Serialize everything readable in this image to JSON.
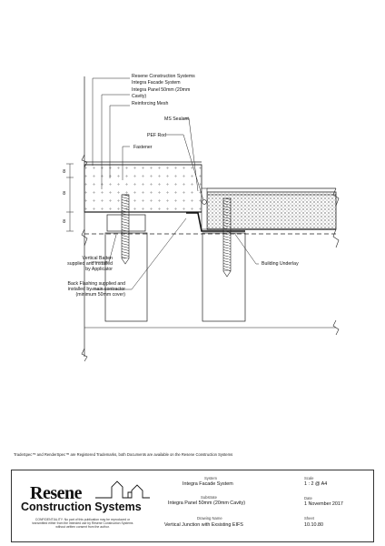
{
  "drawing": {
    "labels": {
      "system_line1": "Resene Construction Systems",
      "system_line2": "Integra Facade System",
      "panel_line1": "Integra Panel 50mm (20mm",
      "panel_line2": "Cavity)",
      "mesh": "Reinforcing Mesh",
      "sealant": "MS Sealant",
      "pef": "PEF Rod",
      "fastener": "Fastener",
      "batten_line1": "Vertical Batten",
      "batten_line2": "supplied and installed",
      "batten_line3": "by Applicator",
      "underlay": "Building Underlay",
      "flashing_line1": "Back Flashing supplied and",
      "flashing_line2": "installed by main contractor",
      "flashing_line3": "(minimum 50mm cover)"
    },
    "dims": [
      "8",
      "8",
      "8"
    ]
  },
  "trademark": "TradeSpec™ and RenderSpec™ are Registered Trademarks, both Documents are available on the Resene Construction Systems",
  "title_block": {
    "brand_main": "Resene",
    "brand_sub": "Construction Systems",
    "confidentiality": "CONFIDENTIALITY: No part of this publication may be reproduced or transmitted either from the intended use by Resene Construction Systems without written consent from the author.",
    "system_label": "System",
    "system_value": "Integra Facade System",
    "substrate_label": "Substrate",
    "substrate_value": "Integra Panel 50mm (20mm Cavity)",
    "drawing_name_label": "Drawing Name",
    "drawing_name_value": "Vertical Junction with Exsisting EIFS",
    "scale_label": "Scale",
    "scale_value": "1 : 2 @ A4",
    "date_label": "Date",
    "date_value": "1 November 2017",
    "sheet_label": "Sheet",
    "sheet_value": "10.10.80"
  }
}
